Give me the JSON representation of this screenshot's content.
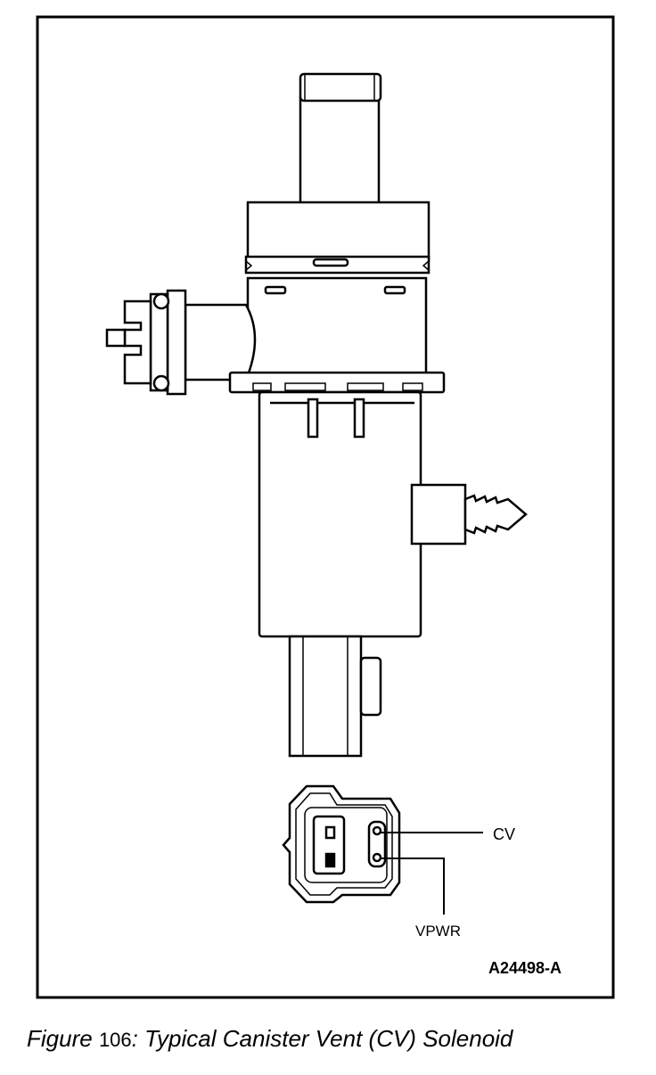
{
  "diagram": {
    "labels": {
      "cv": "CV",
      "vpwr": "VPWR",
      "part_number": "A24498-A"
    }
  },
  "caption": {
    "prefix": "Figure",
    "number": "106",
    "title": ": Typical Canister Vent (CV) Solenoid"
  }
}
